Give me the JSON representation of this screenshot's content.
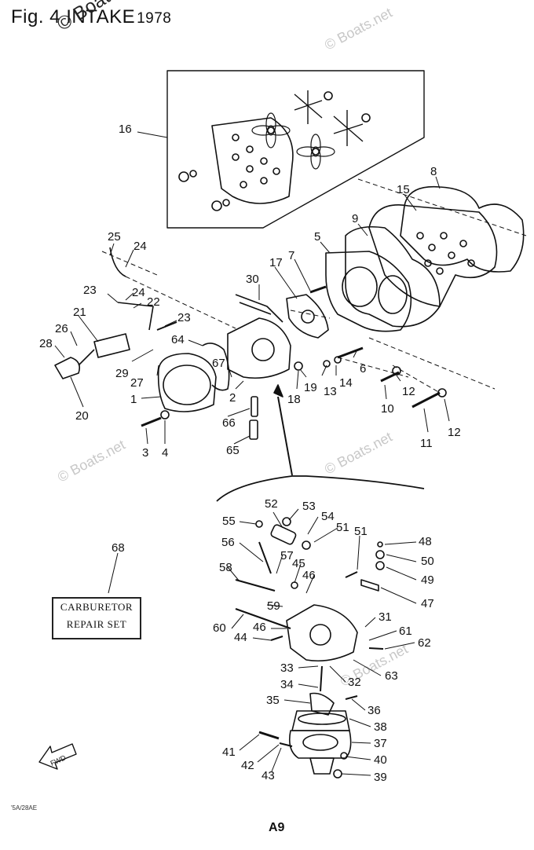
{
  "header": {
    "title": "Fig. 4  INTAKE",
    "year": "1978",
    "watermark_top": "© Boats.net"
  },
  "watermarks": [
    "© Boats.net",
    "© Boats.net",
    "© Boats.net",
    "© Boats.net"
  ],
  "repair_set": {
    "line1": "CARBURETOR",
    "line2": "REPAIR  SET"
  },
  "footer": {
    "code": "'5A/28AE",
    "page": "A9"
  },
  "fwd_label": "FWD",
  "part_numbers": [
    "16",
    "8",
    "15",
    "9",
    "5",
    "25",
    "24",
    "7",
    "17",
    "30",
    "23",
    "24",
    "22",
    "21",
    "23",
    "26",
    "64",
    "28",
    "29",
    "27",
    "6",
    "67",
    "14",
    "13",
    "19",
    "12",
    "1",
    "2",
    "18",
    "10",
    "20",
    "66",
    "11",
    "12",
    "3",
    "4",
    "65",
    "52",
    "53",
    "55",
    "54",
    "51",
    "51",
    "48",
    "68",
    "56",
    "57",
    "50",
    "45",
    "58",
    "46",
    "49",
    "47",
    "59",
    "31",
    "60",
    "46",
    "61",
    "44",
    "62",
    "33",
    "32",
    "63",
    "34",
    "36",
    "35",
    "38",
    "37",
    "41",
    "40",
    "42",
    "43",
    "39"
  ]
}
